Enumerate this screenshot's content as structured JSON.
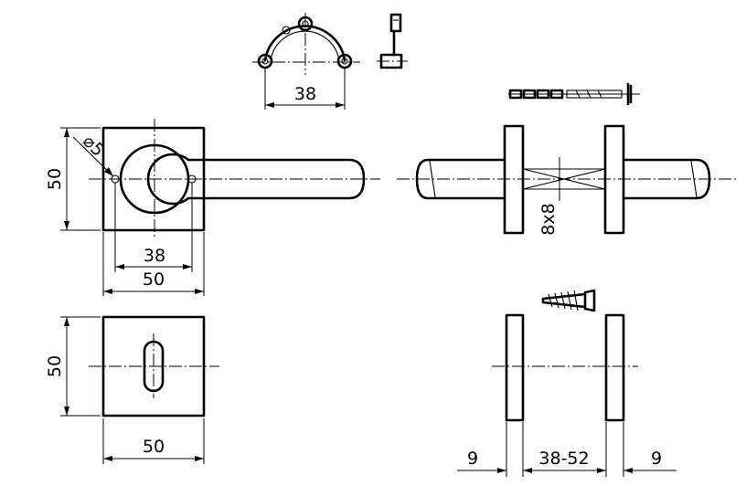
{
  "dimensions": {
    "rosette_width_top": "50",
    "rosette_height_top": "50",
    "rose_inner": "38",
    "hole_dia": "⌀5",
    "spindle": "8x8",
    "rosette_width_bottom": "50",
    "rosette_height_bottom": "50",
    "clip_span": "38",
    "rosette_thickness_left": "9",
    "door_thickness": "38-52",
    "rosette_thickness_right": "9"
  },
  "colors": {
    "line": "#000000",
    "background": "#ffffff"
  }
}
